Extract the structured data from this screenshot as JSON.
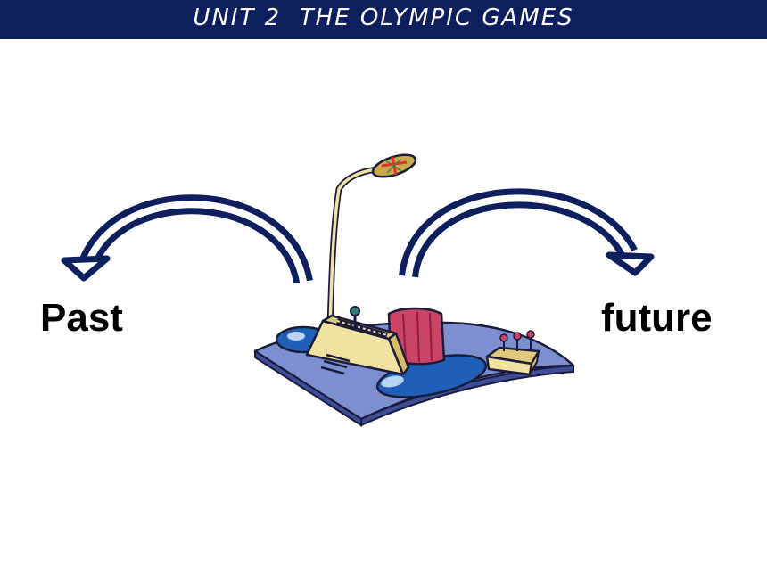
{
  "header": {
    "title": "UNIT 2  THE OLYMPIC GAMES",
    "background_color": "#0d1f5c"
  },
  "labels": {
    "past": "Past",
    "future": "future"
  },
  "arrows": {
    "color": "#0d1f5c",
    "left": "curved-arrow-left-icon",
    "right": "curved-arrow-right-icon"
  },
  "illustration": {
    "subject": "time-machine-icon"
  }
}
